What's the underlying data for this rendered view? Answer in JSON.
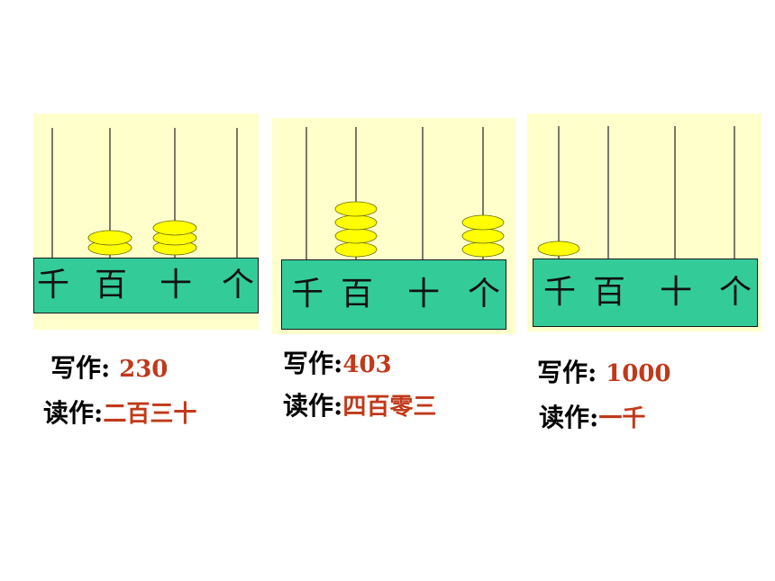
{
  "place_labels": [
    "千",
    "百",
    "十",
    "个"
  ],
  "colors": {
    "frame_background": "#ffffcc",
    "base": "#33cc99",
    "bead": "#ffff00",
    "value_text": "#c0391a"
  },
  "panels": [
    {
      "beads": {
        "thousands": 0,
        "hundreds": 2,
        "tens": 3,
        "ones": 0
      },
      "write_label": "写作",
      "write_sep": ":",
      "write_value": "230",
      "read_label": "读作",
      "read_sep": ":",
      "read_value": "二百三十"
    },
    {
      "beads": {
        "thousands": 0,
        "hundreds": 4,
        "tens": 0,
        "ones": 3
      },
      "write_label": "写作",
      "write_sep": ":",
      "write_value": "403",
      "read_label": "读作",
      "read_sep": ":",
      "read_value": "四百零三"
    },
    {
      "beads": {
        "thousands": 1,
        "hundreds": 0,
        "tens": 0,
        "ones": 0
      },
      "write_label": "写作",
      "write_sep": ":",
      "write_value": "1000",
      "read_label": "读作",
      "read_sep": ":",
      "read_value": "一千"
    }
  ]
}
